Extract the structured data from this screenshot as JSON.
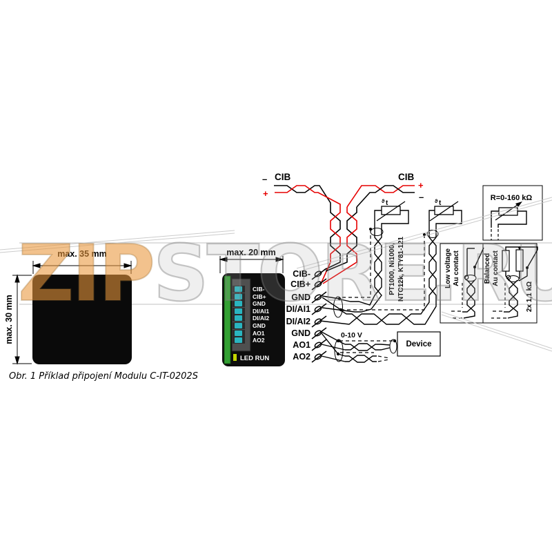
{
  "caption": "Obr. 1 Příklad připojení Modulu C-IT-0202S",
  "watermark": {
    "zip": "ZIP",
    "store": "STORE.RU"
  },
  "top_view": {
    "width_label": "max. 35 mm",
    "height_label": "max. 30 mm"
  },
  "front_view": {
    "width_label": "max. 20 mm",
    "led_label": "LED RUN"
  },
  "terminals": [
    "CIB-",
    "CIB+",
    "GND",
    "DI/AI1",
    "DI/AI2",
    "GND",
    "AO1",
    "AO2"
  ],
  "bus": {
    "label": "CIB",
    "plus": "+",
    "minus": "–"
  },
  "sensors": {
    "symbol_theta": "ϑ",
    "symbol_t": "t",
    "types_line1": "PT1000, Ni1000,",
    "types_line2": "NTC12k, KTY81-121"
  },
  "resistor_box": {
    "label": "R=0-160 kΩ"
  },
  "low_voltage_box": {
    "line1": "Low voltage",
    "line2": "Au contact"
  },
  "balanced_box": {
    "line1": "Balanced",
    "line2": "Au contact",
    "resistors_label": "2x 1,1 kΩ"
  },
  "analog_output": {
    "range_label": "0-10 V",
    "device_label": "Device"
  },
  "colors": {
    "wire": "#000000",
    "cib_plus_wire": "#e60000",
    "module_green": "#33a033",
    "terminal_teal": "#2ab5c0",
    "led_yellow": "#c3d500",
    "watermark_orange": "#e8963a",
    "watermark_gray": "#9e9e9e"
  }
}
